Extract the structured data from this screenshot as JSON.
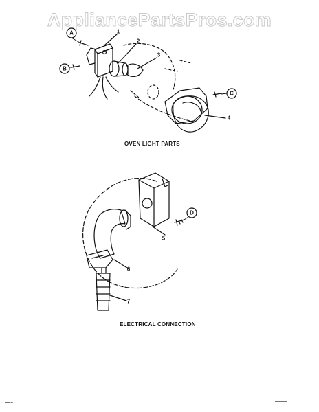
{
  "watermark": "AppliancePartsPros.com",
  "oven_light": {
    "title": "OVEN LIGHT PARTS",
    "part_numbers": [
      "1",
      "2",
      "3",
      "4"
    ],
    "callouts": [
      "A",
      "B",
      "C"
    ]
  },
  "electrical": {
    "title": "ELECTRICAL CONNECTION",
    "part_numbers": [
      "5",
      "6",
      "7"
    ],
    "callouts": [
      "D"
    ]
  }
}
